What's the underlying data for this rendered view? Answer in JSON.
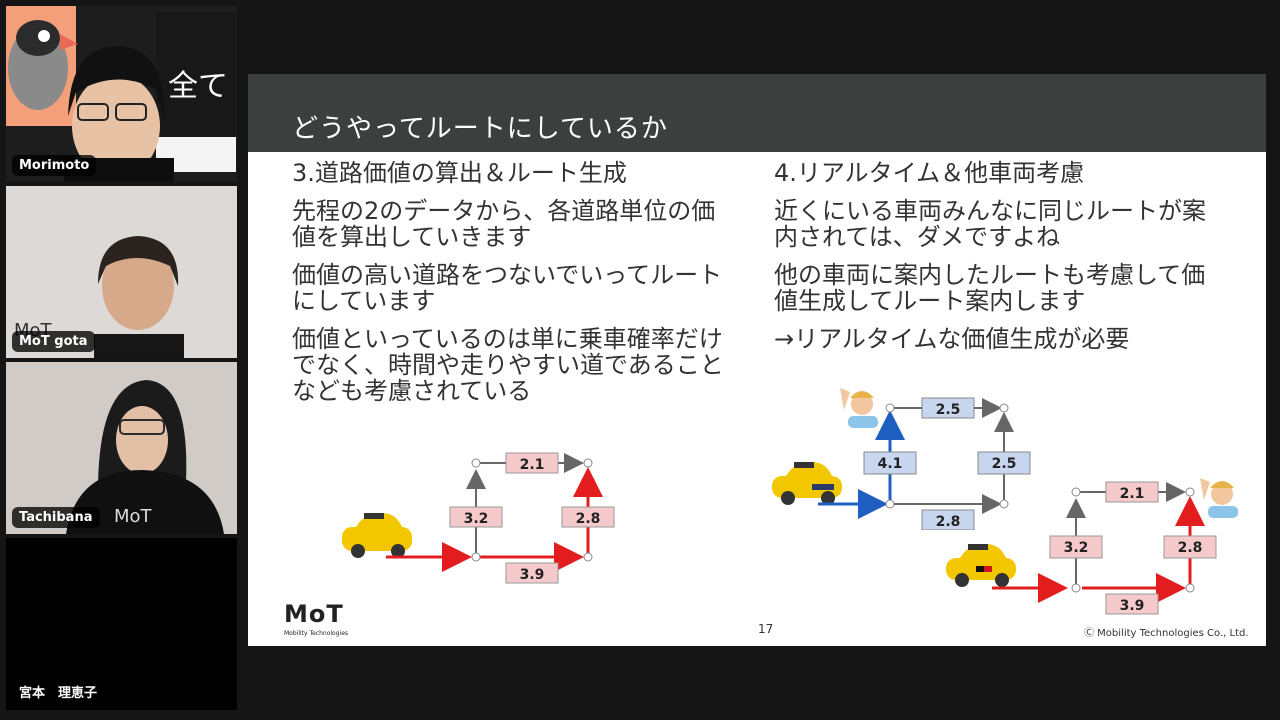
{
  "participants": [
    {
      "name": "Morimoto"
    },
    {
      "name": "MoT gota"
    },
    {
      "name": "Tachibana"
    },
    {
      "name": "宮本　理恵子"
    }
  ],
  "slide": {
    "title": "どうやってルートにしているか",
    "left_column": [
      "3.道路価値の算出＆ルート生成",
      "先程の2のデータから、各道路単位の価値を算出していきます",
      "価値の高い道路をつないでいってルートにしています",
      "価値といっているのは単に乗車確率だけでなく、時間や走りやすい道であることなども考慮されている"
    ],
    "right_column": [
      "4.リアルタイム＆他車両考慮",
      "近くにいる車両みんなに同じルートが案内されては、ダメですよね",
      "他の車両に案内したルートも考慮して価値生成してルート案内します",
      "→リアルタイムな価値生成が必要"
    ],
    "left_diagram": {
      "top": "2.1",
      "left": "3.2",
      "right": "2.8",
      "bottom": "3.9"
    },
    "right_diagram_blue": {
      "top": "2.5",
      "left": "4.1",
      "right": "2.5",
      "bottom": "2.8"
    },
    "right_diagram_red": {
      "top": "2.1",
      "left": "3.2",
      "right": "2.8",
      "bottom": "3.9"
    },
    "logo": "MoT",
    "logo_sub": "Mobility Technologies",
    "page_number": "17",
    "copyright": "Ⓒ Mobility Technologies Co., Ltd."
  },
  "colors": {
    "red": "#e31d1d",
    "blue": "#1f5fc0",
    "red_box": "#f6c9cb",
    "blue_box": "#c8d6f0",
    "header": "#3b3f3e"
  }
}
